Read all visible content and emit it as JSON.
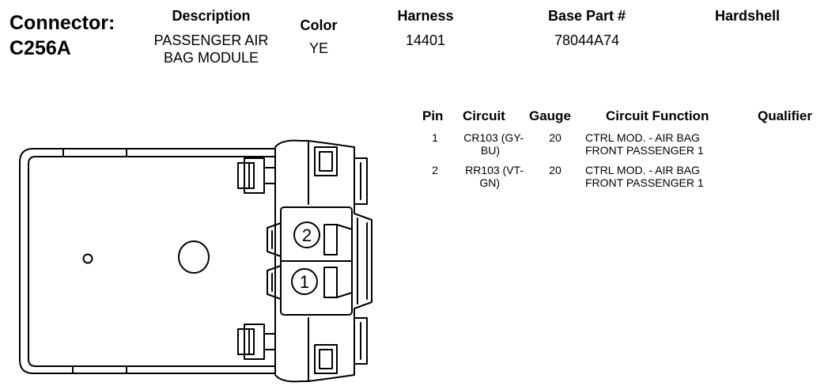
{
  "header": {
    "connector_label": "Connector:",
    "connector_id": "C256A",
    "columns": {
      "description": {
        "label": "Description",
        "value_line1": "PASSENGER AIR",
        "value_line2": "BAG MODULE"
      },
      "color": {
        "label": "Color",
        "value": "YE"
      },
      "harness": {
        "label": "Harness",
        "value": "14401"
      },
      "base_part": {
        "label": "Base Part #",
        "value": "78044A74"
      },
      "hardshell": {
        "label": "Hardshell",
        "value": ""
      }
    }
  },
  "pin_table": {
    "headers": {
      "pin": "Pin",
      "circuit": "Circuit",
      "gauge": "Gauge",
      "function": "Circuit Function",
      "qualifier": "Qualifier"
    },
    "rows": [
      {
        "pin": "1",
        "circuit_line1": "CR103 (GY-",
        "circuit_line2": "BU)",
        "gauge": "20",
        "function_line1": "CTRL MOD. - AIR BAG",
        "function_line2": "FRONT PASSENGER 1",
        "qualifier": ""
      },
      {
        "pin": "2",
        "circuit_line1": "RR103 (VT-",
        "circuit_line2": "GN)",
        "gauge": "20",
        "function_line1": "CTRL MOD. - AIR BAG",
        "function_line2": "FRONT PASSENGER 1",
        "qualifier": ""
      }
    ]
  },
  "diagram": {
    "pin_labels": [
      "2",
      "1"
    ]
  }
}
